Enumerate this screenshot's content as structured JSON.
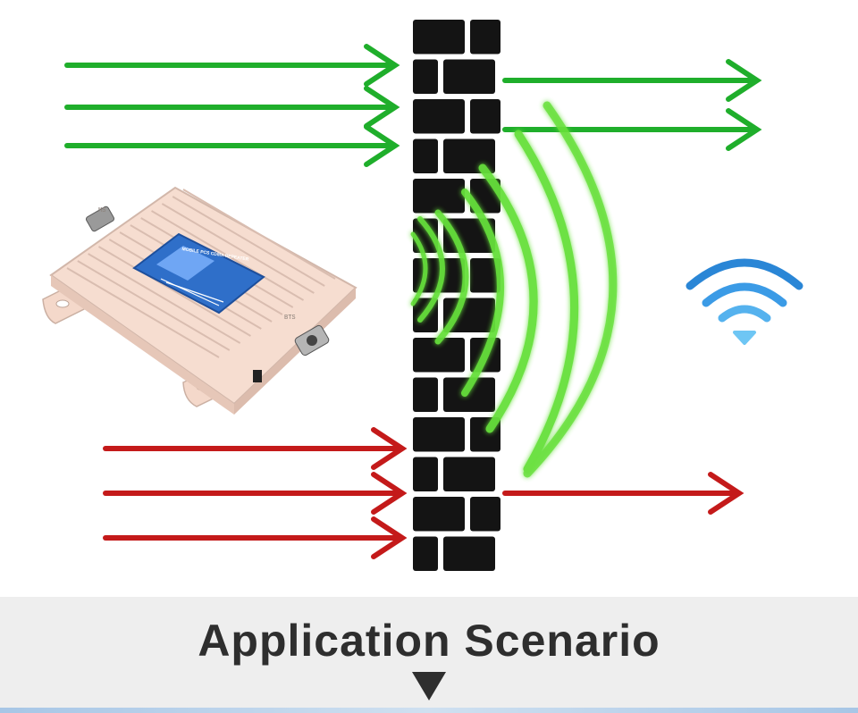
{
  "title": "Application Scenario",
  "device": {
    "lcd_text": "MOBILE PCS CDMA REPEATER",
    "port_labels": [
      "MS",
      "BTS"
    ]
  },
  "colors": {
    "green_signal": "#1fae2b",
    "green_waves": "#66e03a",
    "red_signal": "#c41a1a",
    "wall_brick": "#141414",
    "wifi_blue": "#2a86d6",
    "device_body": "#f6ddd0",
    "device_screen": "#2f6fc9",
    "footer_bg": "#eeeeee",
    "title_text": "#2e2e2e"
  },
  "icons": [
    "arrow-right-icon",
    "wifi-icon",
    "down-triangle-icon"
  ]
}
